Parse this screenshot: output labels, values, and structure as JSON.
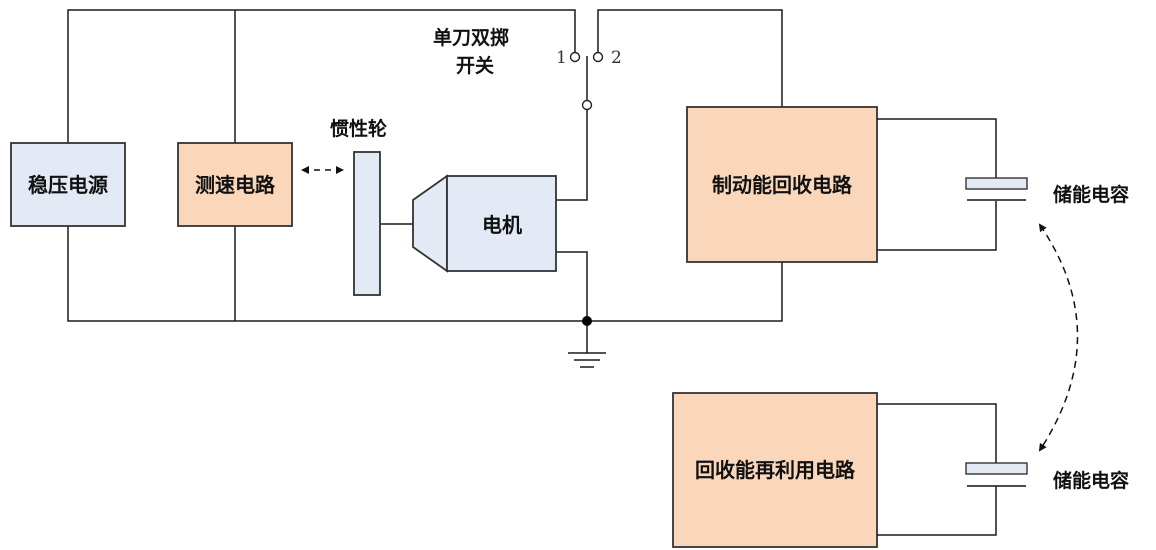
{
  "colors": {
    "blue_fill": "#e3eaf5",
    "orange_fill": "#fad7bb",
    "wire": "#1a1a1a",
    "outline": "#333333",
    "background": "#ffffff"
  },
  "blocks": {
    "power_supply": "稳压电源",
    "speed_circuit": "测速电路",
    "flywheel_label": "惯性轮",
    "motor": "电机",
    "braking_recovery": "制动能回收电路",
    "reuse_circuit": "回收能再利用电路"
  },
  "switch": {
    "label_line1": "单刀双掷",
    "label_line2": "开关",
    "terminal_1": "1",
    "terminal_2": "2"
  },
  "capacitors": {
    "top_label": "储能电容",
    "bottom_label": "储能电容"
  },
  "icons": {
    "ground": "ground-icon",
    "junction": "junction-dot-icon",
    "bidirectional_arrow": "dashed-double-arrow-icon",
    "curved_arrow": "dashed-curved-double-arrow-icon"
  }
}
